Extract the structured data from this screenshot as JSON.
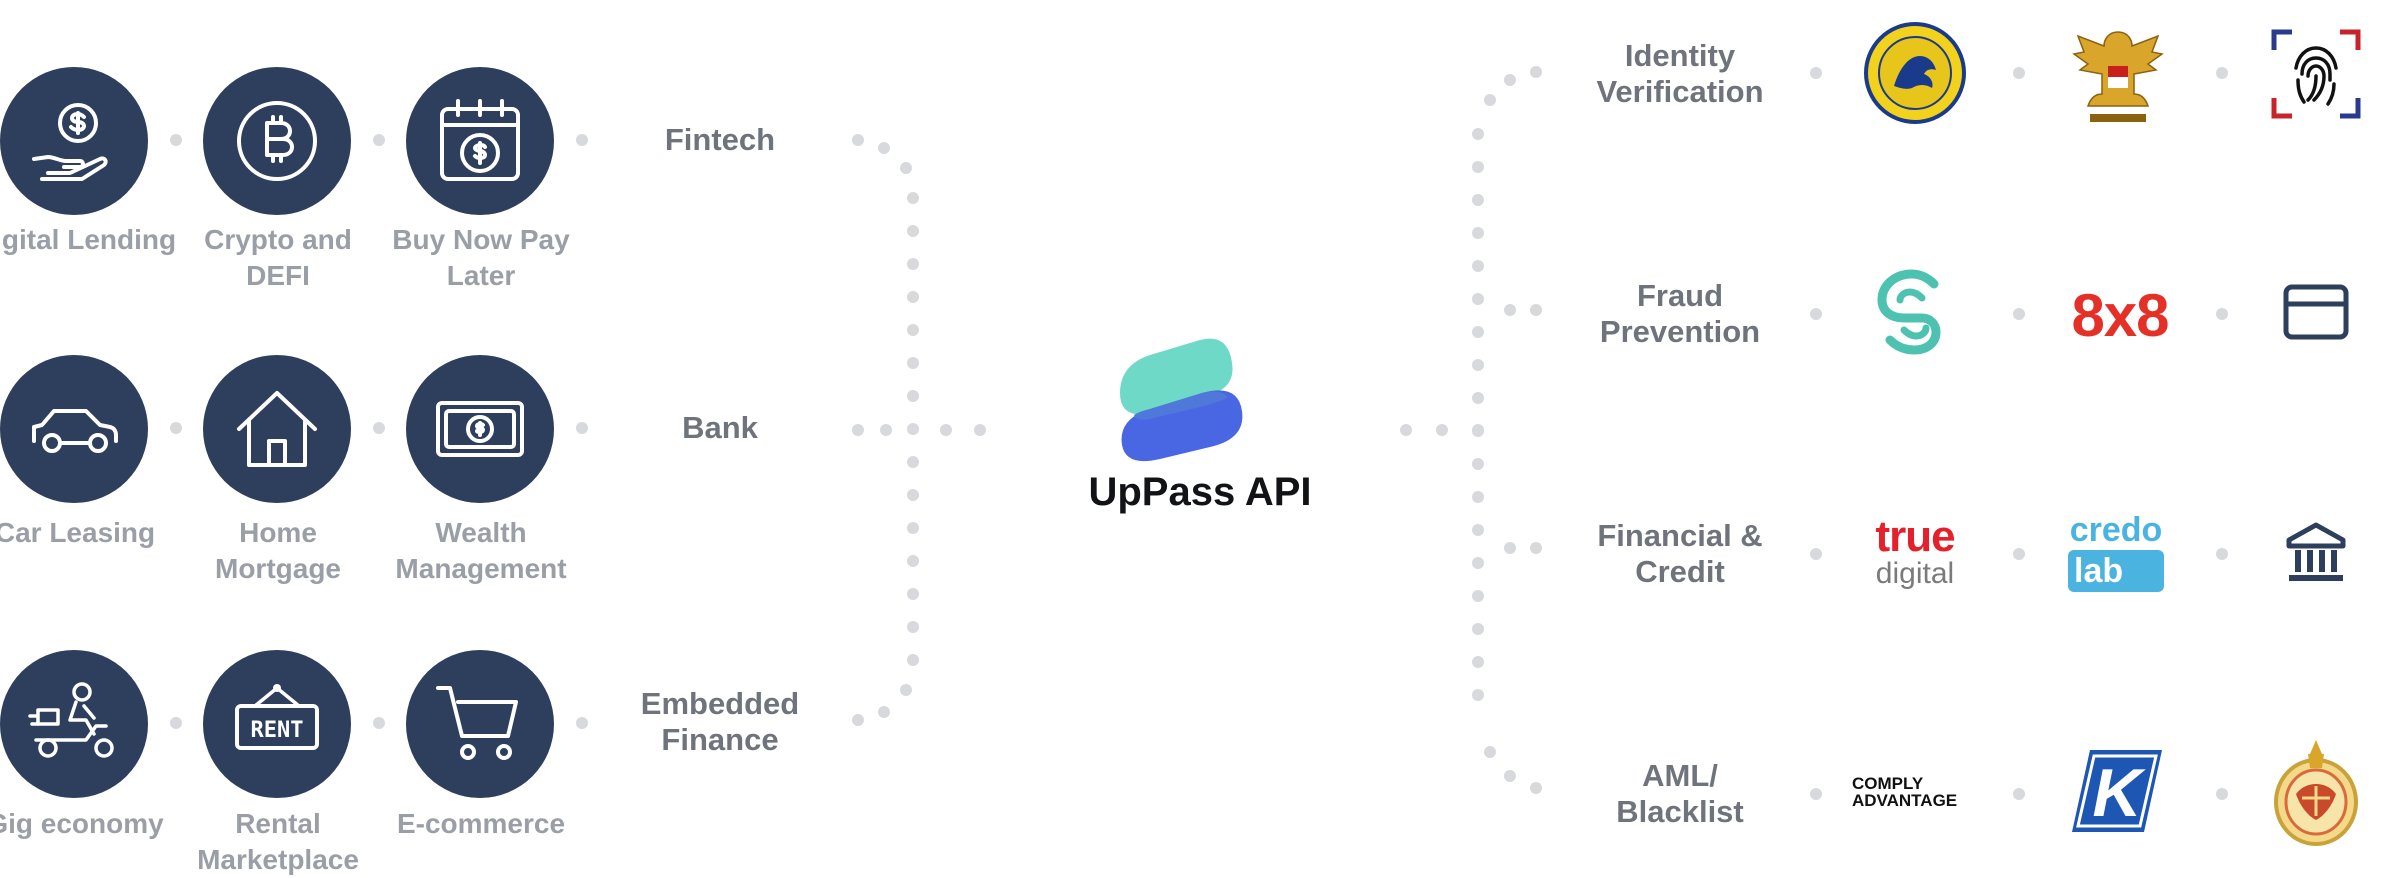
{
  "sectors": [
    {
      "label": "Digital Lending",
      "icon": "hand-coin-icon"
    },
    {
      "label": "Crypto and DEFI",
      "icon": "bitcoin-icon"
    },
    {
      "label": "Buy Now Pay Later",
      "icon": "calendar-dollar-icon"
    },
    {
      "label": "Car Leasing",
      "icon": "car-icon"
    },
    {
      "label": "Home Mortgage",
      "icon": "house-icon"
    },
    {
      "label": "Wealth Management",
      "icon": "banknote-icon"
    },
    {
      "label": "Gig economy",
      "icon": "delivery-scooter-icon"
    },
    {
      "label": "Rental Marketplace",
      "icon": "rent-sign-icon"
    },
    {
      "label": "E-commerce",
      "icon": "shopping-cart-icon"
    }
  ],
  "categories": [
    "Fintech",
    "Bank",
    "Embedded Finance"
  ],
  "api": {
    "title": "UpPass API"
  },
  "services": [
    {
      "label": "Identity Verification",
      "logos": [
        "thai-dopa-seal-icon",
        "garuda-emblem-icon",
        "fingerprint-scan-icon"
      ]
    },
    {
      "label": "Fraud Prevention",
      "logos": [
        "seon-logo-icon",
        "8x8",
        "card-icon"
      ]
    },
    {
      "label": "Financial & Credit",
      "logos": [
        "true digital",
        "credo lab",
        "bank-building-icon"
      ]
    },
    {
      "label": "AML/ Blacklist",
      "logos": [
        "COMPLY ADVANTAGE",
        "k-logo-icon",
        "thai-royal-seal-icon"
      ]
    }
  ],
  "logo_text": {
    "eight_by_eight": "8x8",
    "true_top": "true",
    "true_bottom": "digital",
    "credo_top": "credo",
    "credo_bottom": "lab",
    "comply_top": "COMPLY",
    "comply_bottom": "ADVANTAGE",
    "k_letter": "K",
    "rent": "RENT"
  },
  "colors": {
    "icon_circle": "#2e3f5e",
    "sector_text": "#9a9ea6",
    "category_text": "#6f737b",
    "dots": "#d7d9dd",
    "uppass_teal": "#6fd9c8",
    "uppass_blue": "#3f5fe0",
    "eight_by_eight_red": "#e53028",
    "true_red": "#e5202b",
    "credo_blue": "#4ab3df",
    "seon_teal": "#4ec2b0"
  }
}
